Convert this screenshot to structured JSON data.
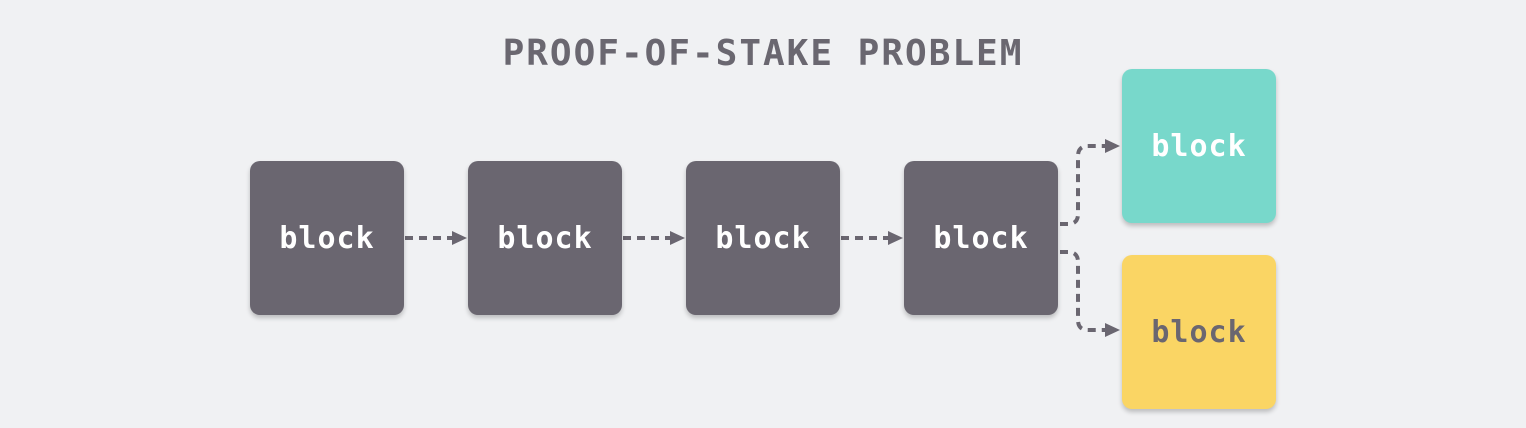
{
  "title": "PROOF-OF-STAKE PROBLEM",
  "colors": {
    "background": "#f0f1f3",
    "chain_block": "#6a6670",
    "fork_block_teal": "#78d8cb",
    "fork_block_yellow": "#fad564",
    "arrow": "#6a6670"
  },
  "blocks": [
    {
      "label": "block"
    },
    {
      "label": "block"
    },
    {
      "label": "block"
    },
    {
      "label": "block"
    },
    {
      "label": "block"
    },
    {
      "label": "block"
    }
  ]
}
